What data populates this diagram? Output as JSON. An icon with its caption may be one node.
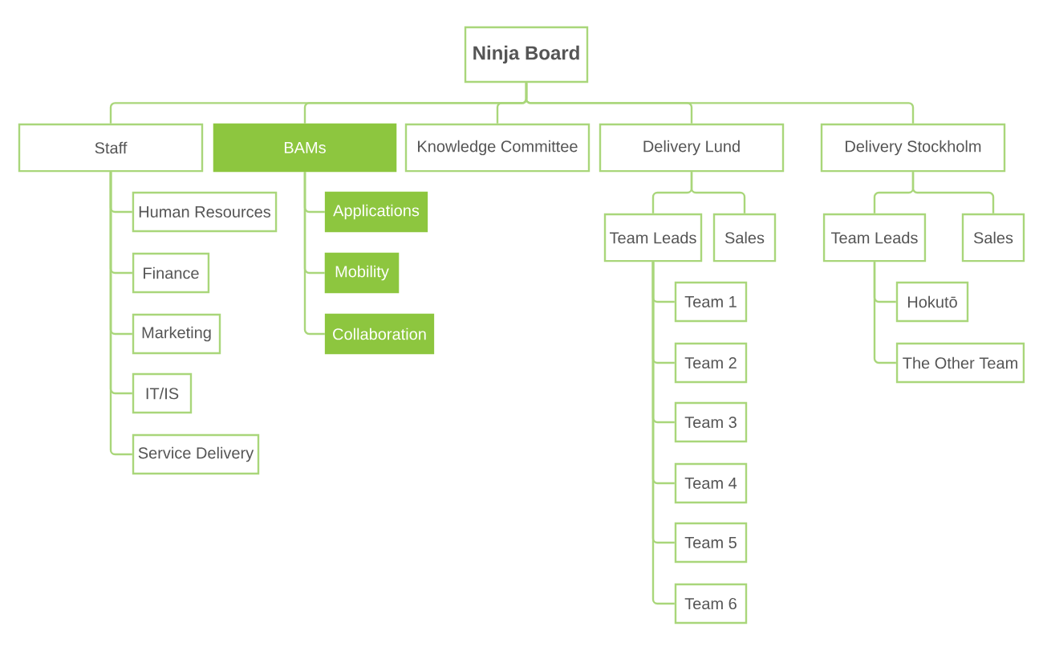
{
  "diagram": {
    "nodes": [
      {
        "text": [
          "Ninja Board"
        ]
      },
      {
        "text": [
          "Staff"
        ]
      },
      {
        "text": [
          "BAMs"
        ]
      },
      {
        "text": [
          "Knowledge Committee"
        ]
      },
      {
        "text": [
          "Delivery Lund"
        ]
      },
      {
        "text": [
          "Delivery Stockholm"
        ]
      },
      {
        "text": [
          "Human Resources"
        ]
      },
      {
        "text": [
          "Finance"
        ]
      },
      {
        "text": [
          "Marketing"
        ]
      },
      {
        "text": [
          "IT/IS"
        ]
      },
      {
        "text": [
          "Service Delivery"
        ]
      },
      {
        "text": [
          "Applications"
        ]
      },
      {
        "text": [
          "Mobility"
        ]
      },
      {
        "text": [
          "Collaboration"
        ]
      },
      {
        "text": [
          "Team Leads"
        ]
      },
      {
        "text": [
          "Sales"
        ]
      },
      {
        "text": [
          "Team 1"
        ]
      },
      {
        "text": [
          "Team 2"
        ]
      },
      {
        "text": [
          "Team 3"
        ]
      },
      {
        "text": [
          "Team 4"
        ]
      },
      {
        "text": [
          "Team 5"
        ]
      },
      {
        "text": [
          "Team 6"
        ]
      },
      {
        "text": [
          "Team Leads"
        ]
      },
      {
        "text": [
          "Sales"
        ]
      },
      {
        "text": [
          "Hokutō"
        ]
      },
      {
        "text": [
          "The Other Team"
        ]
      }
    ],
    "edges": [
      {
        "from": 0,
        "to": 1,
        "arrow": "none"
      },
      {
        "from": 0,
        "to": 2,
        "arrow": "none"
      },
      {
        "from": 0,
        "to": 3,
        "arrow": "none"
      },
      {
        "from": 0,
        "to": 4,
        "arrow": "none"
      },
      {
        "from": 0,
        "to": 5,
        "arrow": "none"
      },
      {
        "from": 1,
        "to": 6,
        "arrow": "none"
      },
      {
        "from": 1,
        "to": 7,
        "arrow": "none"
      },
      {
        "from": 1,
        "to": 8,
        "arrow": "none"
      },
      {
        "from": 1,
        "to": 9,
        "arrow": "none"
      },
      {
        "from": 1,
        "to": 10,
        "arrow": "none"
      },
      {
        "from": 2,
        "to": 11,
        "arrow": "none"
      },
      {
        "from": 2,
        "to": 12,
        "arrow": "none"
      },
      {
        "from": 2,
        "to": 13,
        "arrow": "none"
      },
      {
        "from": 4,
        "to": 14,
        "arrow": "none"
      },
      {
        "from": 4,
        "to": 15,
        "arrow": "none"
      },
      {
        "from": 14,
        "to": 16,
        "arrow": "none"
      },
      {
        "from": 14,
        "to": 17,
        "arrow": "none"
      },
      {
        "from": 14,
        "to": 18,
        "arrow": "none"
      },
      {
        "from": 14,
        "to": 19,
        "arrow": "none"
      },
      {
        "from": 14,
        "to": 20,
        "arrow": "none"
      },
      {
        "from": 14,
        "to": 21,
        "arrow": "none"
      },
      {
        "from": 5,
        "to": 22,
        "arrow": "none"
      },
      {
        "from": 5,
        "to": 23,
        "arrow": "none"
      },
      {
        "from": 22,
        "to": 24,
        "arrow": "none"
      },
      {
        "from": 22,
        "to": 25,
        "arrow": "none"
      }
    ]
  }
}
